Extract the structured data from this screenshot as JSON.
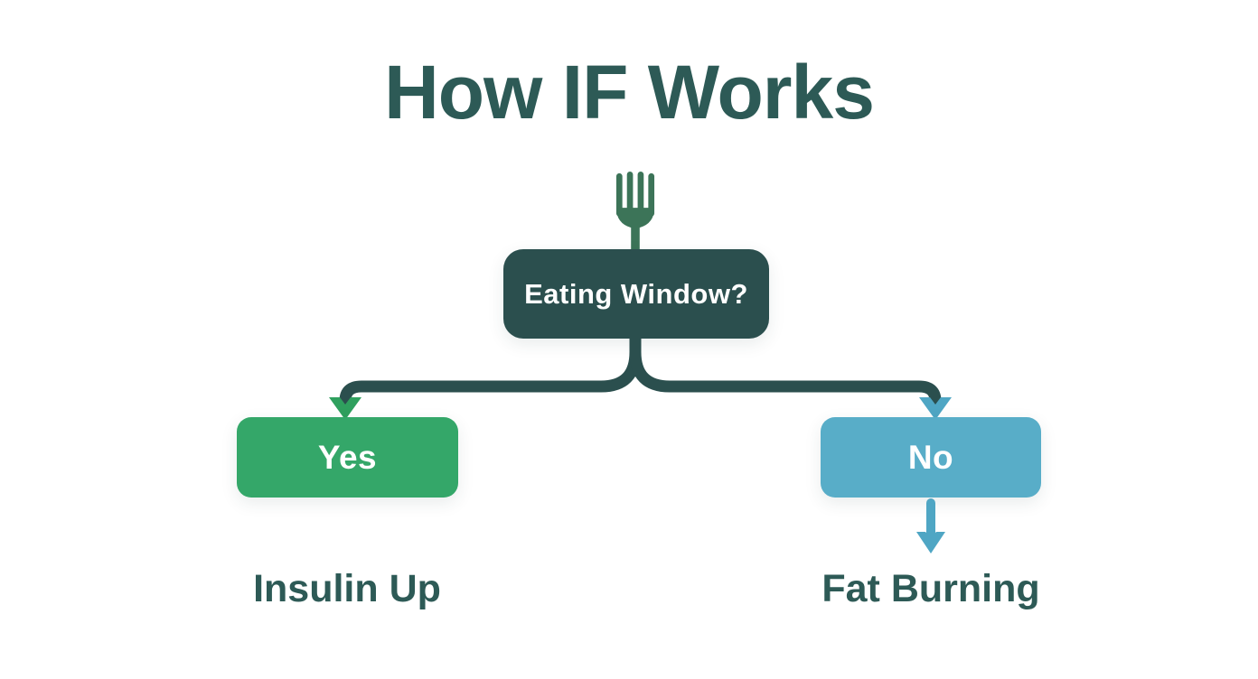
{
  "title": {
    "text": "How IF Works",
    "color": "#2d5a56"
  },
  "icons": {
    "fork_icon_color": "#3c7458"
  },
  "decision": {
    "label": "Eating Window?",
    "bg_color": "#2b4f4e",
    "text_color": "#ffffff"
  },
  "connector": {
    "line_color": "#2b4f4e"
  },
  "branch_yes": {
    "label": "Yes",
    "bg_color": "#34a769",
    "text_color": "#ffffff",
    "arrow_color": "#2fa05e",
    "outcome": "Insulin Up"
  },
  "branch_no": {
    "label": "No",
    "bg_color": "#58adc8",
    "text_color": "#ffffff",
    "arrow_color": "#4fa6c4",
    "outcome": "Fat Burning"
  },
  "outcomes": {
    "text_color": "#2d5a56"
  }
}
